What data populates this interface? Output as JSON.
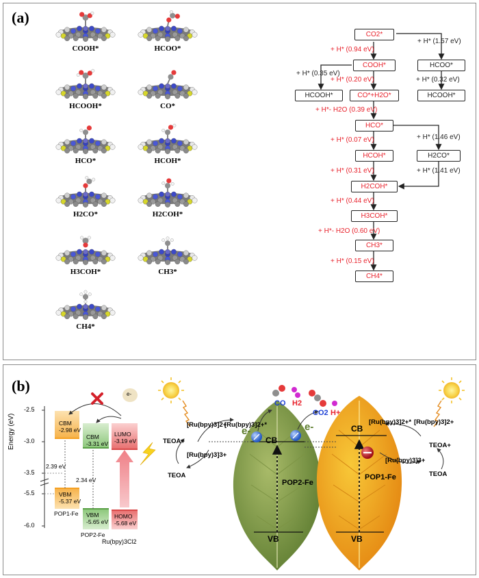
{
  "panel_a": {
    "label": "(a)",
    "molecules": [
      "COOH*",
      "HCOO*",
      "HCOOH*",
      "CO*",
      "HCO*",
      "HCOH*",
      "H2CO*",
      "H2COH*",
      "H3COH*",
      "CH3*",
      "CH4*"
    ],
    "pathway": {
      "boxes": {
        "co2": "CO2*",
        "cooh": "COOH*",
        "hcoo": "HCOO*",
        "hcooh_left": "HCOOH*",
        "co_h2o": "CO*+H2O*",
        "hcooh_right": "HCOOH*",
        "hco": "HCO*",
        "hcoh": "HCOH*",
        "h2co": "H2CO*",
        "h2coh": "H2COH*",
        "h3coh": "H3COH*",
        "ch3": "CH3*",
        "ch4": "CH4*"
      },
      "steps": {
        "s1": "+ H* (0.94 eV)",
        "s2": "+ H* (1.57 eV)",
        "s3": "+ H* (0.35 eV)",
        "s4": "+ H* (0.20 eV)",
        "s5": "+ H* (0.32 eV)",
        "s6": "+ H*- H2O (0.39 eV)",
        "s7": "+ H* (1.46 eV)",
        "s8": "+ H* (0.07 eV)",
        "s9": "+ H* (0.31 eV)",
        "s10": "+ H* (1.41 eV)",
        "s11": "+ H* (0.44 eV)",
        "s12": "+ H*- H2O (0.60 eV)",
        "s13": "+ H* (0.15 eV)"
      }
    }
  },
  "panel_b": {
    "label": "(b)",
    "energy_diagram": {
      "ylabel": "Energy (eV)",
      "ticks": [
        "-2.5",
        "-3.0",
        "-3.5",
        "-5.5",
        "-6.0"
      ],
      "pop1": {
        "cbm": "CBM",
        "cbm_value": "-2.98 eV",
        "vbm": "VBM",
        "vbm_value": "-5.37 eV",
        "gap": "2.39 eV",
        "name": "POP1-Fe"
      },
      "pop2": {
        "cbm": "CBM",
        "cbm_value": "-3.31 eV",
        "vbm": "VBM",
        "vbm_value": "-5.65 eV",
        "gap": "2.34 eV",
        "name": "POP2-Fe"
      },
      "ru": {
        "lumo": "LUMO",
        "lumo_value": "-3.19 eV",
        "homo": "HOMO",
        "homo_value": "-5.68 eV",
        "name": "Ru(bpy)3Cl2"
      },
      "electron": "e-"
    },
    "leaf_green": {
      "name": "POP2-Fe",
      "cb": "CB",
      "vb": "VB"
    },
    "leaf_orange": {
      "name": "POP1-Fe",
      "cb": "CB",
      "vb": "VB"
    },
    "labels": {
      "ru_2plus_left": "[Ru(bpy)3]2+",
      "ru_excited_left": "[Ru(bpy)3]2+*",
      "ru_3plus_left": "[Ru(bpy)3]3+",
      "teoa_plus_left": "TEOA+",
      "teoa_left": "TEOA",
      "ru_excited_right": "[Ru(bpy)3]2+*",
      "ru_2plus_right": "[Ru(bpy)3]2+",
      "ru_3plus_right": "[Ru(bpy)3]3+",
      "teoa_plus_right": "TEOA+",
      "teoa_right": "TEOA",
      "e_left": "e-",
      "e_right": "e-",
      "product_co": "CO",
      "product_h2": "H2",
      "product_co2": "CO2",
      "product_h": "H+"
    },
    "colors": {
      "pop1": "#f6b24a",
      "pop2": "#8cc77a",
      "ru": "#e86f6f",
      "red": "#e8212b",
      "blue": "#1a3fd6"
    }
  }
}
